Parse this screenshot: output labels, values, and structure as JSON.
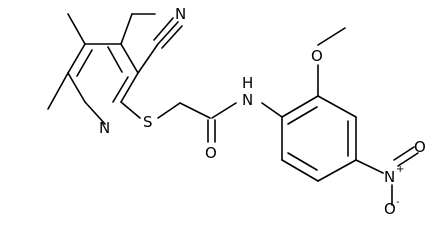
{
  "structure": {
    "atoms": {
      "ring_nitrogen": "N",
      "nitrile_nitrogen": "N",
      "thioether_sulfur": "S",
      "amide_nitrogen": "N",
      "amide_hydrogen": "H",
      "amide_oxygen": "O",
      "methoxy_oxygen": "O",
      "nitro_nitrogen": "N",
      "nitro_nitrogen_charge": "+",
      "nitro_oxygen_top": "O",
      "nitro_oxygen_bottom": "O",
      "nitro_oxygen_charge": "-"
    }
  }
}
